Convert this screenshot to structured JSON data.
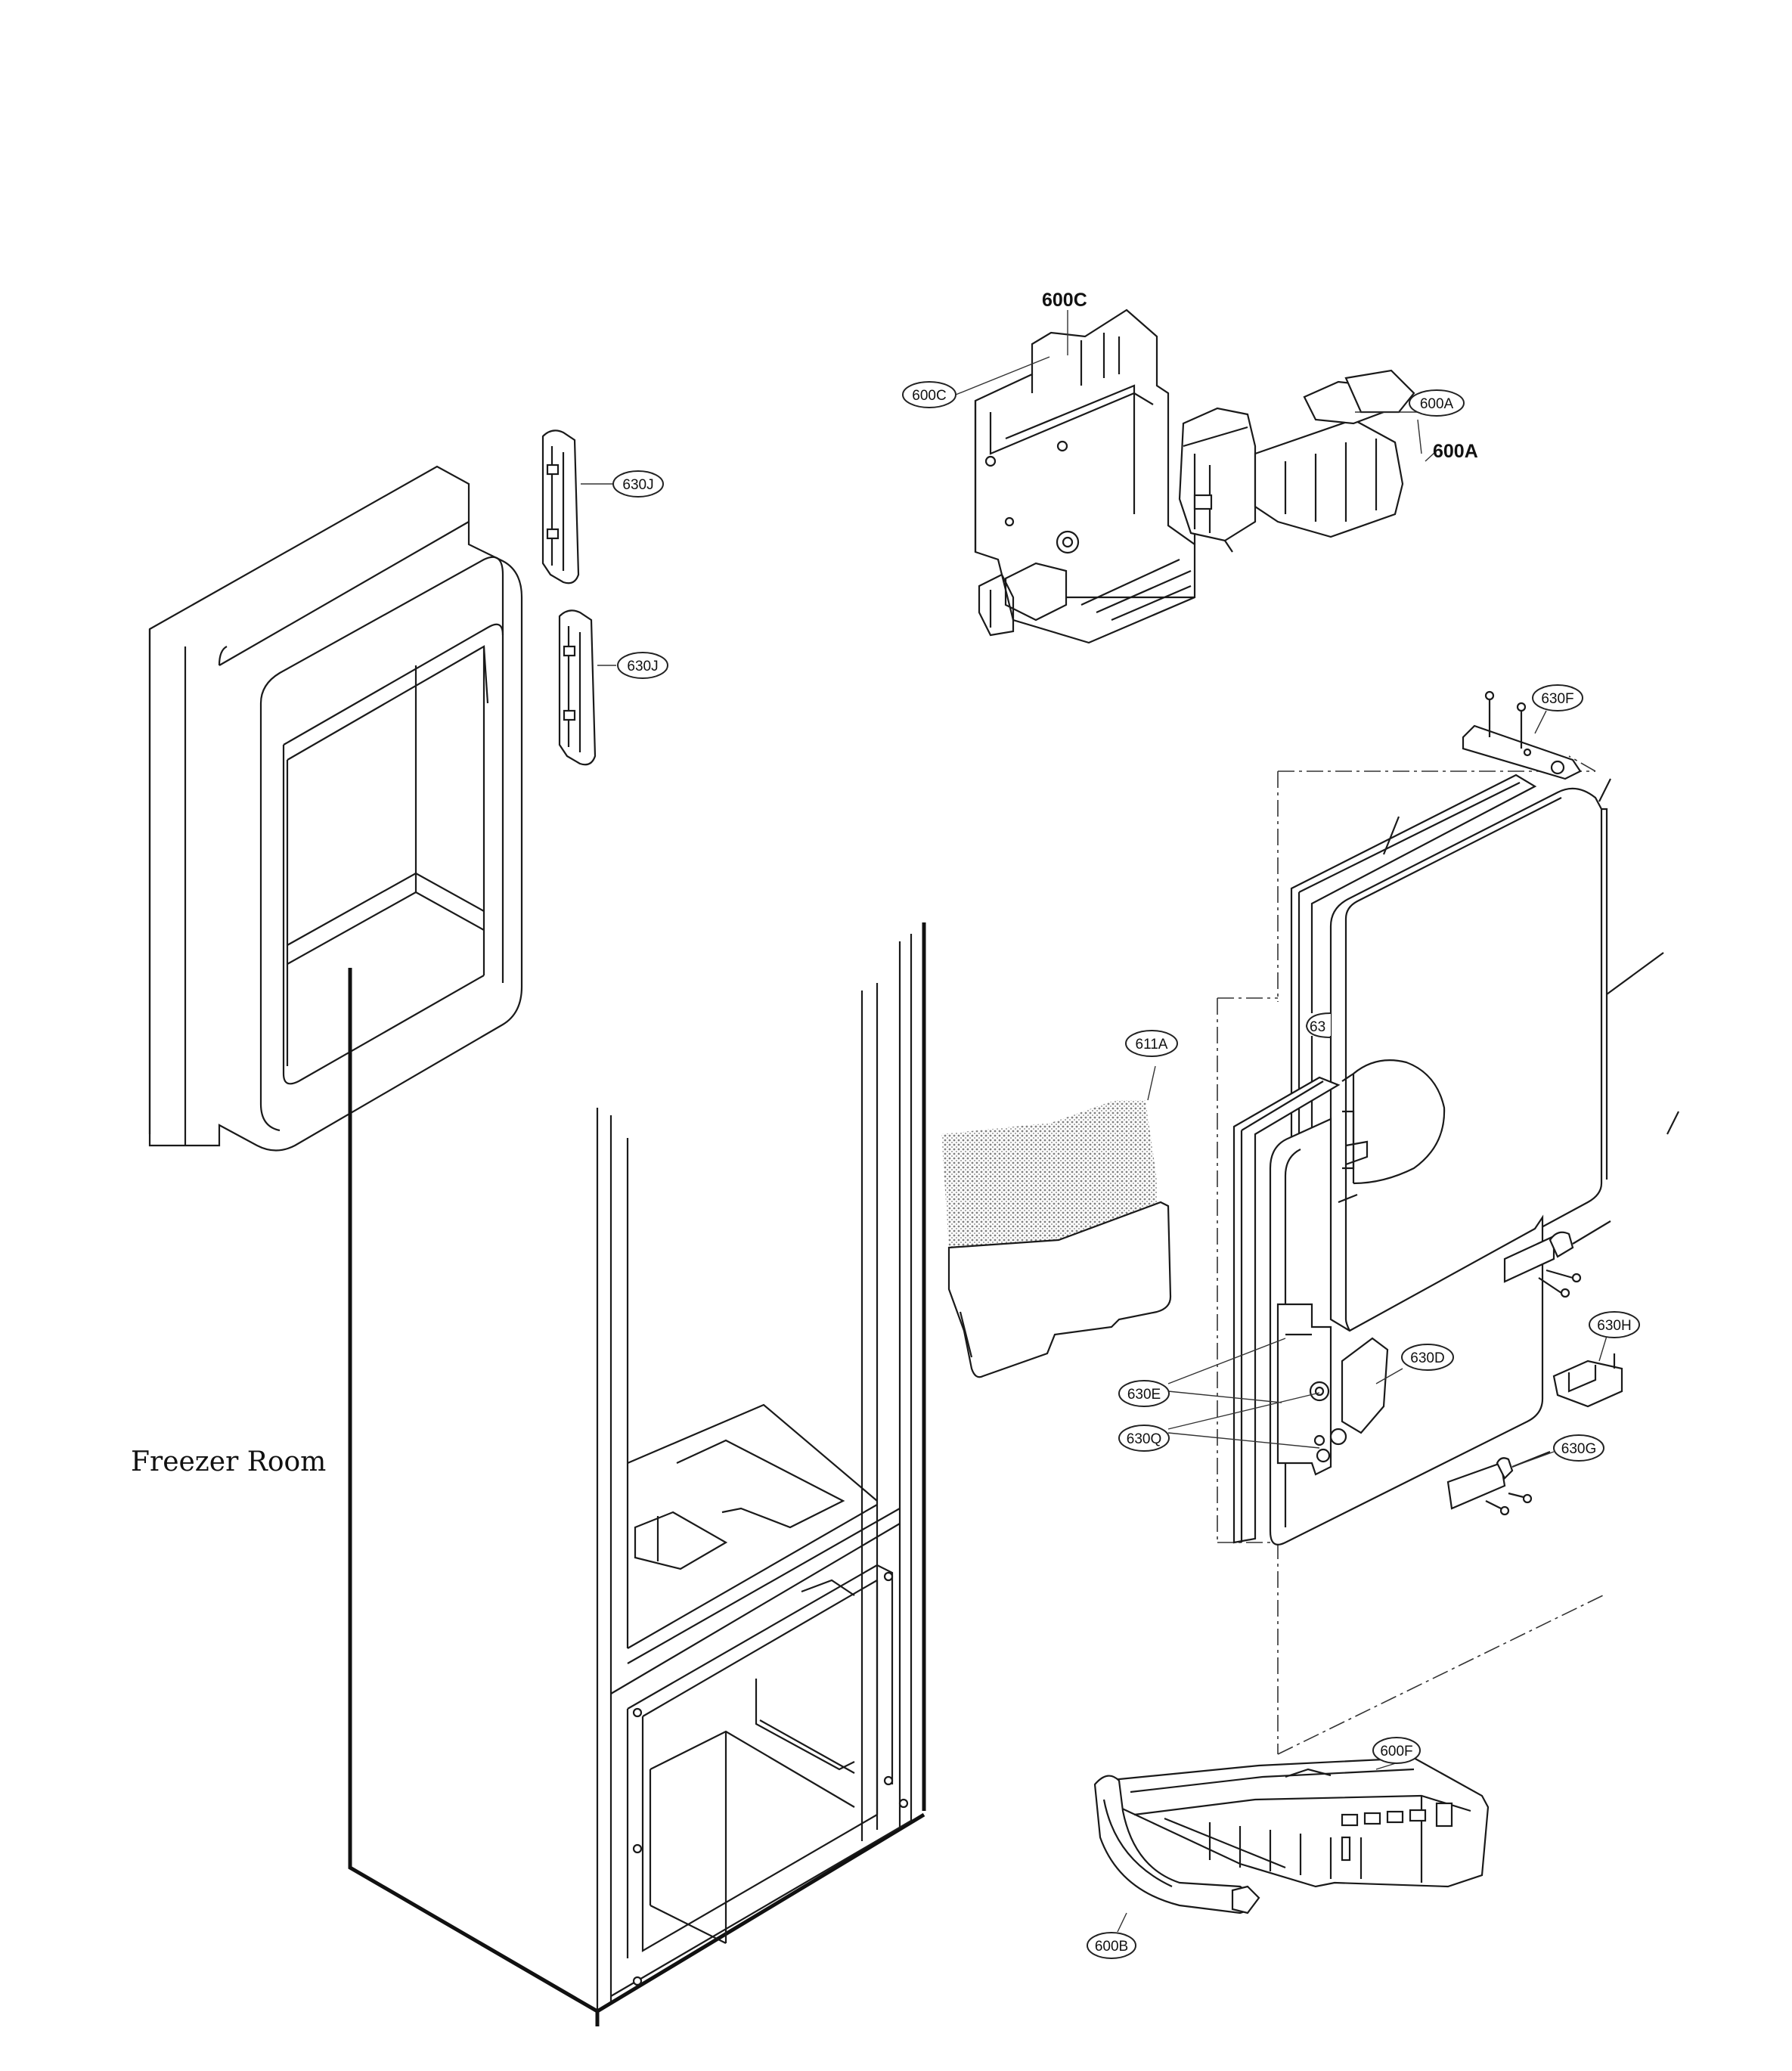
{
  "caption": "Freezer Room",
  "callouts": {
    "c600C_bold": "600C",
    "c600C": "600C",
    "c600A": "600A",
    "c600A_bold": "600A",
    "c630J_top": "630J",
    "c630J_bottom": "630J",
    "c630F": "630F",
    "c611A": "611A",
    "c63_partial": "63",
    "c630H": "630H",
    "c630D": "630D",
    "c630E": "630E",
    "c630Q": "630Q",
    "c630G": "630G",
    "c600F": "600F",
    "c600B": "600B"
  }
}
